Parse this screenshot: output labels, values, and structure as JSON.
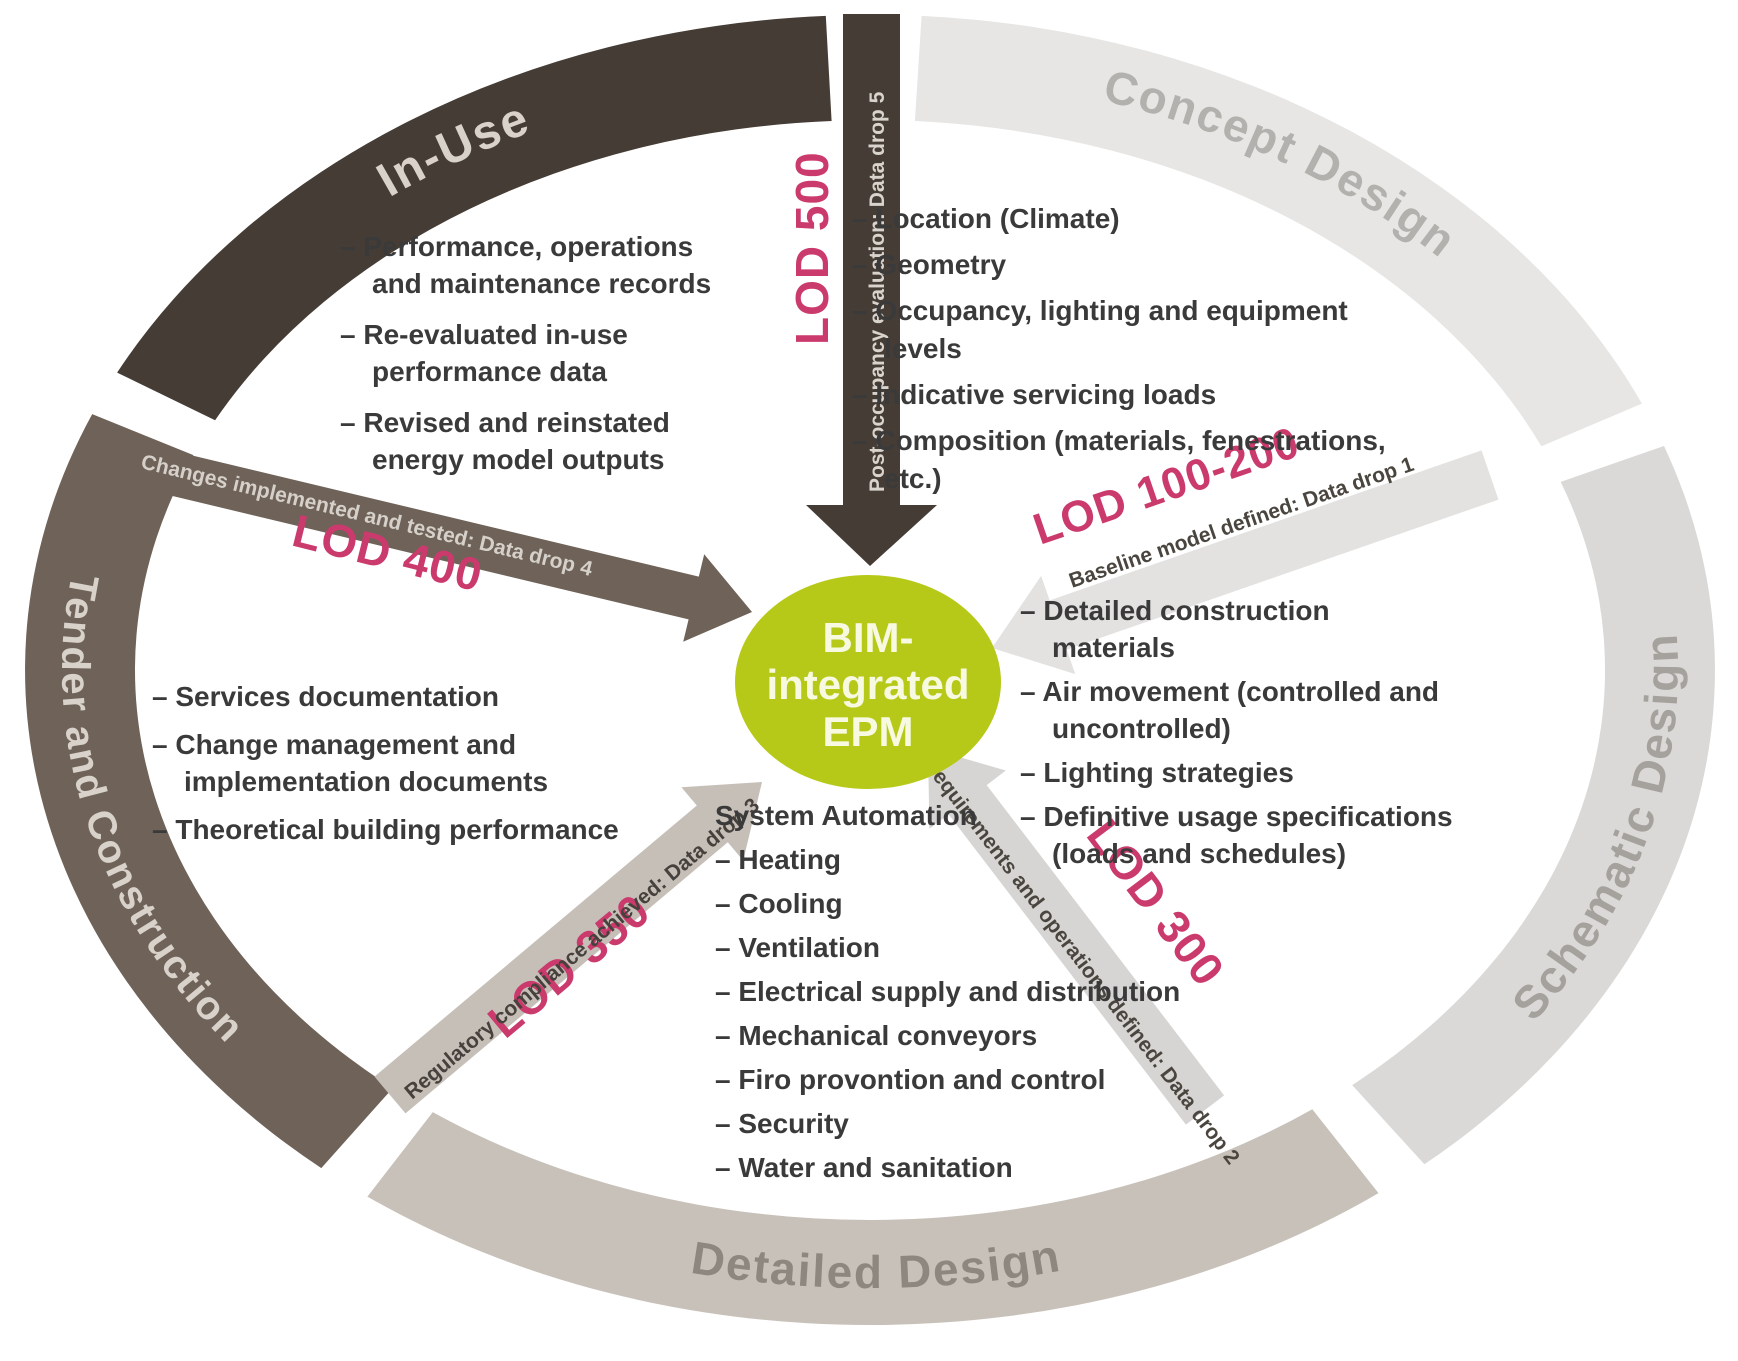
{
  "diagram": {
    "center": {
      "line1": "BIM-",
      "line2": "integrated",
      "line3": "EPM"
    },
    "ring": {
      "in_use": "In-Use",
      "concept": "Concept Design",
      "schematic": "Schematic Design",
      "detailed": "Detailed Design",
      "tender": "Tender and Construction"
    },
    "arrows": {
      "lod500": {
        "label": "LOD 500",
        "note": "Post-occupancy evaluation: Data drop 5"
      },
      "lod100_200": {
        "label": "LOD 100-200",
        "note": "Baseline model defined: Data drop 1"
      },
      "lod300": {
        "label": "LOD 300",
        "note": "System requirements and operations defined: Data drop 2"
      },
      "lod350": {
        "label": "LOD 350",
        "note": "Regulatory compliance achieved: Data drop 3"
      },
      "lod400": {
        "label": "LOD 400",
        "note": "Changes implemented and tested: Data drop 4"
      }
    },
    "lists": {
      "in_use": {
        "items": [
          "– Performance, operations and maintenance records",
          "– Re-evaluated in-use performance data",
          "– Revised and reinstated energy model outputs"
        ]
      },
      "concept": {
        "items": [
          "– Location (Climate)",
          "– Geometry",
          "– Occupancy, lighting and equipment levels",
          "– Indicative servicing loads",
          "– Composition (materials, fenestrations, etc.)"
        ]
      },
      "schematic": {
        "items": [
          "– Detailed construction materials",
          "– Air movement (controlled and uncontrolled)",
          "– Lighting strategies",
          "– Definitive usage specifications (loads and schedules)"
        ]
      },
      "system_automation": {
        "title": "System Automation",
        "items": [
          "– Heating",
          "– Cooling",
          "– Ventilation",
          "– Electrical supply and distribution",
          "– Mechanical conveyors",
          "– Firo provontion and control",
          "– Security",
          "– Water and sanitation"
        ]
      },
      "tender": {
        "items": [
          "– Services documentation",
          "– Change management and implementation documents",
          "– Theoretical building performance"
        ]
      }
    },
    "colors": {
      "pink": "#cb3a6c",
      "green": "#b7c918",
      "in_use_band": "#453c35",
      "concept_band": "#e7e6e4",
      "schematic_band": "#dbd9d7",
      "detailed_band": "#c8c1b9",
      "tender_band": "#6f6359",
      "arrow_light": "#e3e2e0",
      "arrow_mid": "#d7d5d3",
      "arrow_taupe": "#c6bfb8",
      "body_text": "#3a3a3a"
    }
  }
}
